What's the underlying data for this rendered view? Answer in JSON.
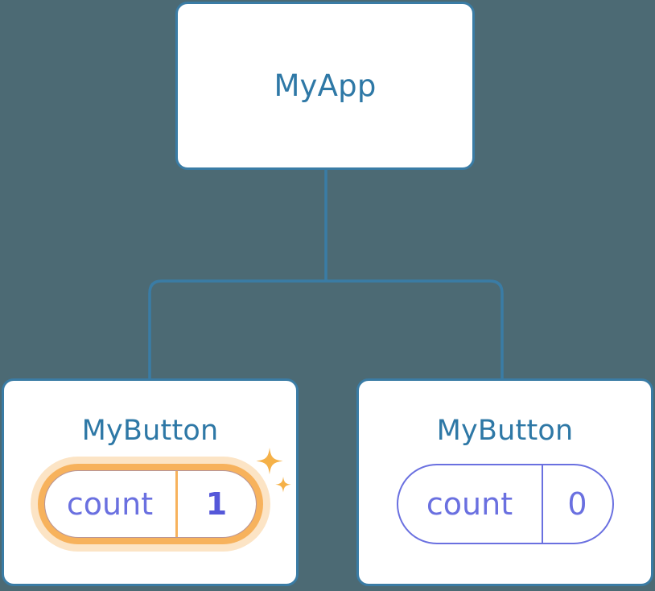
{
  "diagram": {
    "type": "component-tree",
    "background_color": "#4c6a74",
    "connector_color": "#3a7ca5",
    "title_color": "#2e78a6",
    "state_key_color": "#6a70e0",
    "state_value_color": "#5558d9",
    "highlight_color": "#f7b25c",
    "highlight_glow_color": "#f8be74"
  },
  "nodes": {
    "root": {
      "title": "MyApp"
    },
    "child_left": {
      "title": "MyButton",
      "state": {
        "key": "count",
        "value": "1"
      },
      "highlighted": true
    },
    "child_right": {
      "title": "MyButton",
      "state": {
        "key": "count",
        "value": "0"
      },
      "highlighted": false
    }
  },
  "icons": {
    "sparkle_large": "sparkle-icon",
    "sparkle_small": "sparkle-small-icon"
  }
}
